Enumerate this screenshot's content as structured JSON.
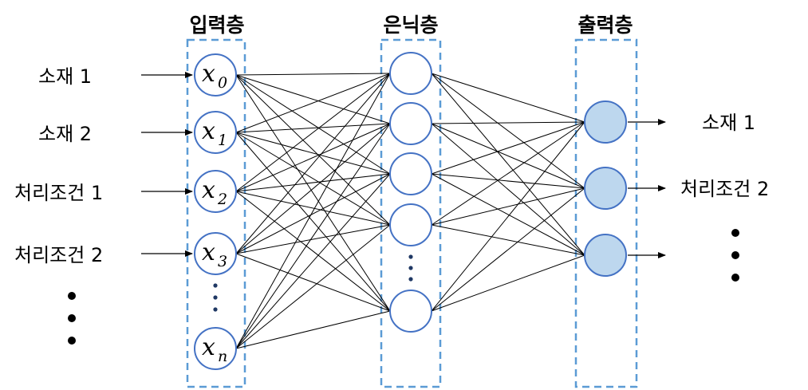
{
  "layers": {
    "input": {
      "title": "입력층",
      "node_var": "x",
      "node_subscripts": [
        "0",
        "1",
        "2",
        "3",
        "n"
      ]
    },
    "hidden": {
      "title": "은닉층"
    },
    "output": {
      "title": "출력층"
    }
  },
  "input_labels": [
    "소재 1",
    "소재 2",
    "처리조건 1",
    "처리조건 2"
  ],
  "output_labels": [
    "소재 1",
    "처리조건 2"
  ],
  "colors": {
    "node_stroke": "#4472c4",
    "output_fill": "#bdd7ee",
    "box_dash": "#5b9bd5",
    "ellipsis_small": "#1f3864"
  }
}
